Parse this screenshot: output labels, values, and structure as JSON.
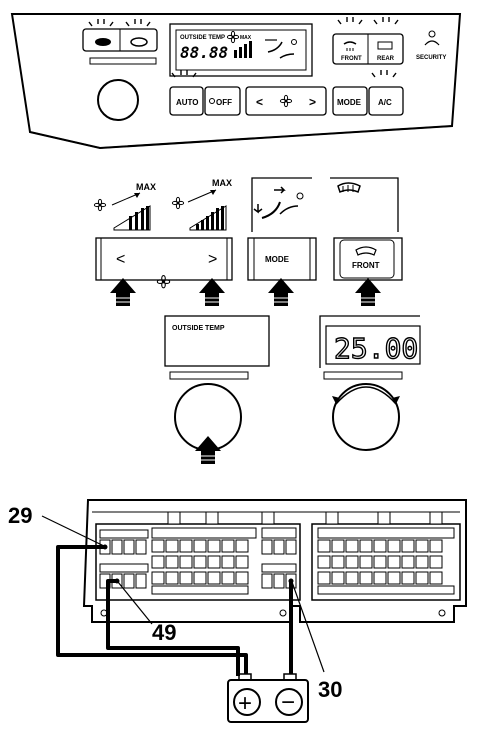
{
  "panel": {
    "outside_temp_label": "OUTSIDE TEMP",
    "lcd_value": "88.88",
    "max_label": "MAX",
    "front_label": "FRONT",
    "rear_label": "REAR",
    "security_label": "SECURITY",
    "auto_label": "AUTO",
    "off_label": "OFF",
    "left_arrow": "<",
    "right_arrow": ">",
    "mode_label": "MODE",
    "ac_label": "A/C"
  },
  "steps": {
    "max_left": "MAX",
    "max_right": "MAX",
    "left_arrow": "<",
    "right_arrow": ">",
    "mode_label": "MODE",
    "front_label": "FRONT",
    "outside_temp_label": "OUTSIDE TEMP",
    "lcd_reading": "25.00"
  },
  "connector": {
    "callout_29": "29",
    "callout_49": "49",
    "callout_30": "30",
    "battery_plus": "+",
    "battery_minus": "−"
  }
}
